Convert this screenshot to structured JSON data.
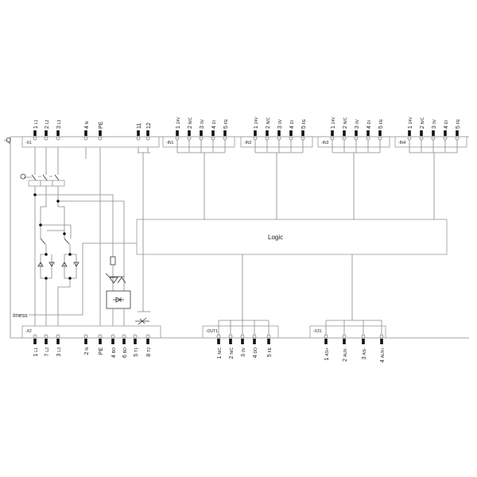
{
  "device_label": "-Q",
  "logic_label": "Logic",
  "imess_label": "Imess",
  "x1": {
    "name": "-X1",
    "terminals": [
      {
        "num": "1",
        "sig": "L1"
      },
      {
        "num": "2",
        "sig": "L2"
      },
      {
        "num": "3",
        "sig": "L3"
      },
      {
        "num": "4",
        "sig": "N"
      },
      {
        "num": "PE",
        "sig": ""
      },
      {
        "num": "11",
        "sig": ""
      },
      {
        "num": "12",
        "sig": ""
      }
    ]
  },
  "x2": {
    "name": "-X2",
    "terminals": [
      {
        "num": "1",
        "sig": "L1"
      },
      {
        "num": "7",
        "sig": "L2"
      },
      {
        "num": "3",
        "sig": "L3"
      },
      {
        "num": "2",
        "sig": "N"
      },
      {
        "num": "PE",
        "sig": ""
      },
      {
        "num": "4",
        "sig": "BO"
      },
      {
        "num": "6",
        "sig": "BO"
      },
      {
        "num": "5",
        "sig": "T1"
      },
      {
        "num": "8",
        "sig": "T2"
      }
    ]
  },
  "inputs": [
    {
      "name": "-IN1",
      "terminals": [
        {
          "num": "1",
          "sig": "24V"
        },
        {
          "num": "2",
          "sig": "N/C"
        },
        {
          "num": "3",
          "sig": "0V"
        },
        {
          "num": "4",
          "sig": "DI"
        },
        {
          "num": "5",
          "sig": "FE"
        }
      ]
    },
    {
      "name": "-IN2",
      "terminals": [
        {
          "num": "1",
          "sig": "24V"
        },
        {
          "num": "2",
          "sig": "N/C"
        },
        {
          "num": "3",
          "sig": "0V"
        },
        {
          "num": "4",
          "sig": "DI"
        },
        {
          "num": "5",
          "sig": "FE"
        }
      ]
    },
    {
      "name": "-IN3",
      "terminals": [
        {
          "num": "1",
          "sig": "24V"
        },
        {
          "num": "2",
          "sig": "N/C"
        },
        {
          "num": "3",
          "sig": "0V"
        },
        {
          "num": "4",
          "sig": "DI"
        },
        {
          "num": "5",
          "sig": "FE"
        }
      ]
    },
    {
      "name": "-IN4",
      "terminals": [
        {
          "num": "1",
          "sig": "24V"
        },
        {
          "num": "2",
          "sig": "N/C"
        },
        {
          "num": "3",
          "sig": "0V"
        },
        {
          "num": "4",
          "sig": "DI"
        },
        {
          "num": "5",
          "sig": "FE"
        }
      ]
    }
  ],
  "out1": {
    "name": "-OUT1",
    "terminals": [
      {
        "num": "1",
        "sig": "N/C"
      },
      {
        "num": "2",
        "sig": "N/C"
      },
      {
        "num": "3",
        "sig": "0V"
      },
      {
        "num": "4",
        "sig": "DO"
      },
      {
        "num": "5",
        "sig": "FE"
      }
    ]
  },
  "x31": {
    "name": "-X31",
    "terminals": [
      {
        "num": "1",
        "sig": "ASi+"
      },
      {
        "num": "2",
        "sig": "AUX-"
      },
      {
        "num": "3",
        "sig": "ASi-"
      },
      {
        "num": "4",
        "sig": "AUX+"
      }
    ]
  }
}
